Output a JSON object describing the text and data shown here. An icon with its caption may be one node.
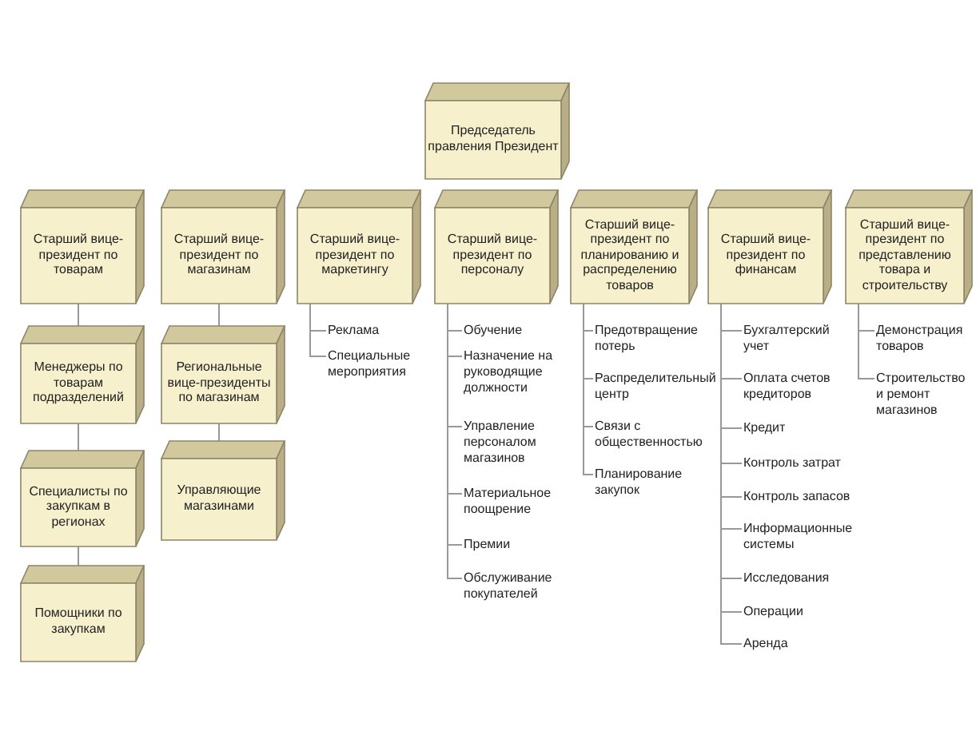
{
  "diagram": {
    "nodes": [
      {
        "text": [
          "Председатель правления Президент"
        ]
      },
      {
        "text": [
          "Старший вице-президент по товарам"
        ]
      },
      {
        "text": [
          "Старший вице-президент по магазинам"
        ]
      },
      {
        "text": [
          "Старший вице-президент по маркетингу"
        ]
      },
      {
        "text": [
          "Старший вице-президент по персоналу"
        ]
      },
      {
        "text": [
          "Старший вице-президент по планированию и распределению товаров"
        ]
      },
      {
        "text": [
          "Старший вице-президент по финансам"
        ]
      },
      {
        "text": [
          "Старший вице-президент по представлению товара и строительству"
        ]
      },
      {
        "text": [
          "Менеджеры по товарам подразделений"
        ]
      },
      {
        "text": [
          "Специалисты по закупкам в регионах"
        ]
      },
      {
        "text": [
          "Помощники по закупкам"
        ]
      },
      {
        "text": [
          "Региональные вице-президенты по магазинам"
        ]
      },
      {
        "text": [
          "Управляющие магазинами"
        ]
      },
      {
        "text": [
          "Реклама"
        ]
      },
      {
        "text": [
          "Специальные мероприятия"
        ]
      },
      {
        "text": [
          "Обучение"
        ]
      },
      {
        "text": [
          "Назначение на руководящие должности"
        ]
      },
      {
        "text": [
          "Управление персоналом магазинов"
        ]
      },
      {
        "text": [
          "Материальное поощрение"
        ]
      },
      {
        "text": [
          "Премии"
        ]
      },
      {
        "text": [
          "Обслуживание покупателей"
        ]
      },
      {
        "text": [
          "Предотвращение потерь"
        ]
      },
      {
        "text": [
          "Распределительный центр"
        ]
      },
      {
        "text": [
          "Связи с общественностью"
        ]
      },
      {
        "text": [
          "Планирование закупок"
        ]
      },
      {
        "text": [
          "Бухгалтерский учет"
        ]
      },
      {
        "text": [
          "Оплата счетов кредиторов"
        ]
      },
      {
        "text": [
          "Кредит"
        ]
      },
      {
        "text": [
          "Контроль затрат"
        ]
      },
      {
        "text": [
          "Контроль запасов"
        ]
      },
      {
        "text": [
          "Информационные системы"
        ]
      },
      {
        "text": [
          "Исследования"
        ]
      },
      {
        "text": [
          "Операции"
        ]
      },
      {
        "text": [
          "Аренда"
        ]
      },
      {
        "text": [
          "Демонстрация товаров"
        ]
      },
      {
        "text": [
          "Строительство и ремонт магазинов"
        ]
      }
    ],
    "edges": [
      {
        "from": 1,
        "to": 8,
        "arrow": "none"
      },
      {
        "from": 8,
        "to": 9,
        "arrow": "none"
      },
      {
        "from": 9,
        "to": 10,
        "arrow": "none"
      },
      {
        "from": 2,
        "to": 11,
        "arrow": "none"
      },
      {
        "from": 11,
        "to": 12,
        "arrow": "none"
      },
      {
        "from": 3,
        "to": 13,
        "arrow": "none"
      },
      {
        "from": 3,
        "to": 14,
        "arrow": "none"
      },
      {
        "from": 4,
        "to": 15,
        "arrow": "none"
      },
      {
        "from": 4,
        "to": 16,
        "arrow": "none"
      },
      {
        "from": 4,
        "to": 17,
        "arrow": "none"
      },
      {
        "from": 4,
        "to": 18,
        "arrow": "none"
      },
      {
        "from": 4,
        "to": 19,
        "arrow": "none"
      },
      {
        "from": 4,
        "to": 20,
        "arrow": "none"
      },
      {
        "from": 5,
        "to": 21,
        "arrow": "none"
      },
      {
        "from": 5,
        "to": 22,
        "arrow": "none"
      },
      {
        "from": 5,
        "to": 23,
        "arrow": "none"
      },
      {
        "from": 5,
        "to": 24,
        "arrow": "none"
      },
      {
        "from": 6,
        "to": 25,
        "arrow": "none"
      },
      {
        "from": 6,
        "to": 26,
        "arrow": "none"
      },
      {
        "from": 6,
        "to": 27,
        "arrow": "none"
      },
      {
        "from": 6,
        "to": 28,
        "arrow": "none"
      },
      {
        "from": 6,
        "to": 29,
        "arrow": "none"
      },
      {
        "from": 6,
        "to": 30,
        "arrow": "none"
      },
      {
        "from": 6,
        "to": 31,
        "arrow": "none"
      },
      {
        "from": 6,
        "to": 32,
        "arrow": "none"
      },
      {
        "from": 6,
        "to": 33,
        "arrow": "none"
      },
      {
        "from": 7,
        "to": 34,
        "arrow": "none"
      },
      {
        "from": 7,
        "to": 35,
        "arrow": "none"
      }
    ]
  }
}
